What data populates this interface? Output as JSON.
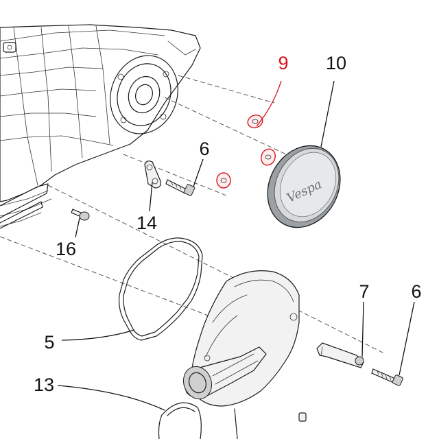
{
  "callouts": {
    "c9": "9",
    "c10": "10",
    "c6a": "6",
    "c14": "14",
    "c16": "16",
    "c5": "5",
    "c7": "7",
    "c6b": "6",
    "c13": "13"
  },
  "logo": {
    "text": "Vespa"
  },
  "colors": {
    "highlight": "#d6151c",
    "line": "#1a1a1a"
  }
}
